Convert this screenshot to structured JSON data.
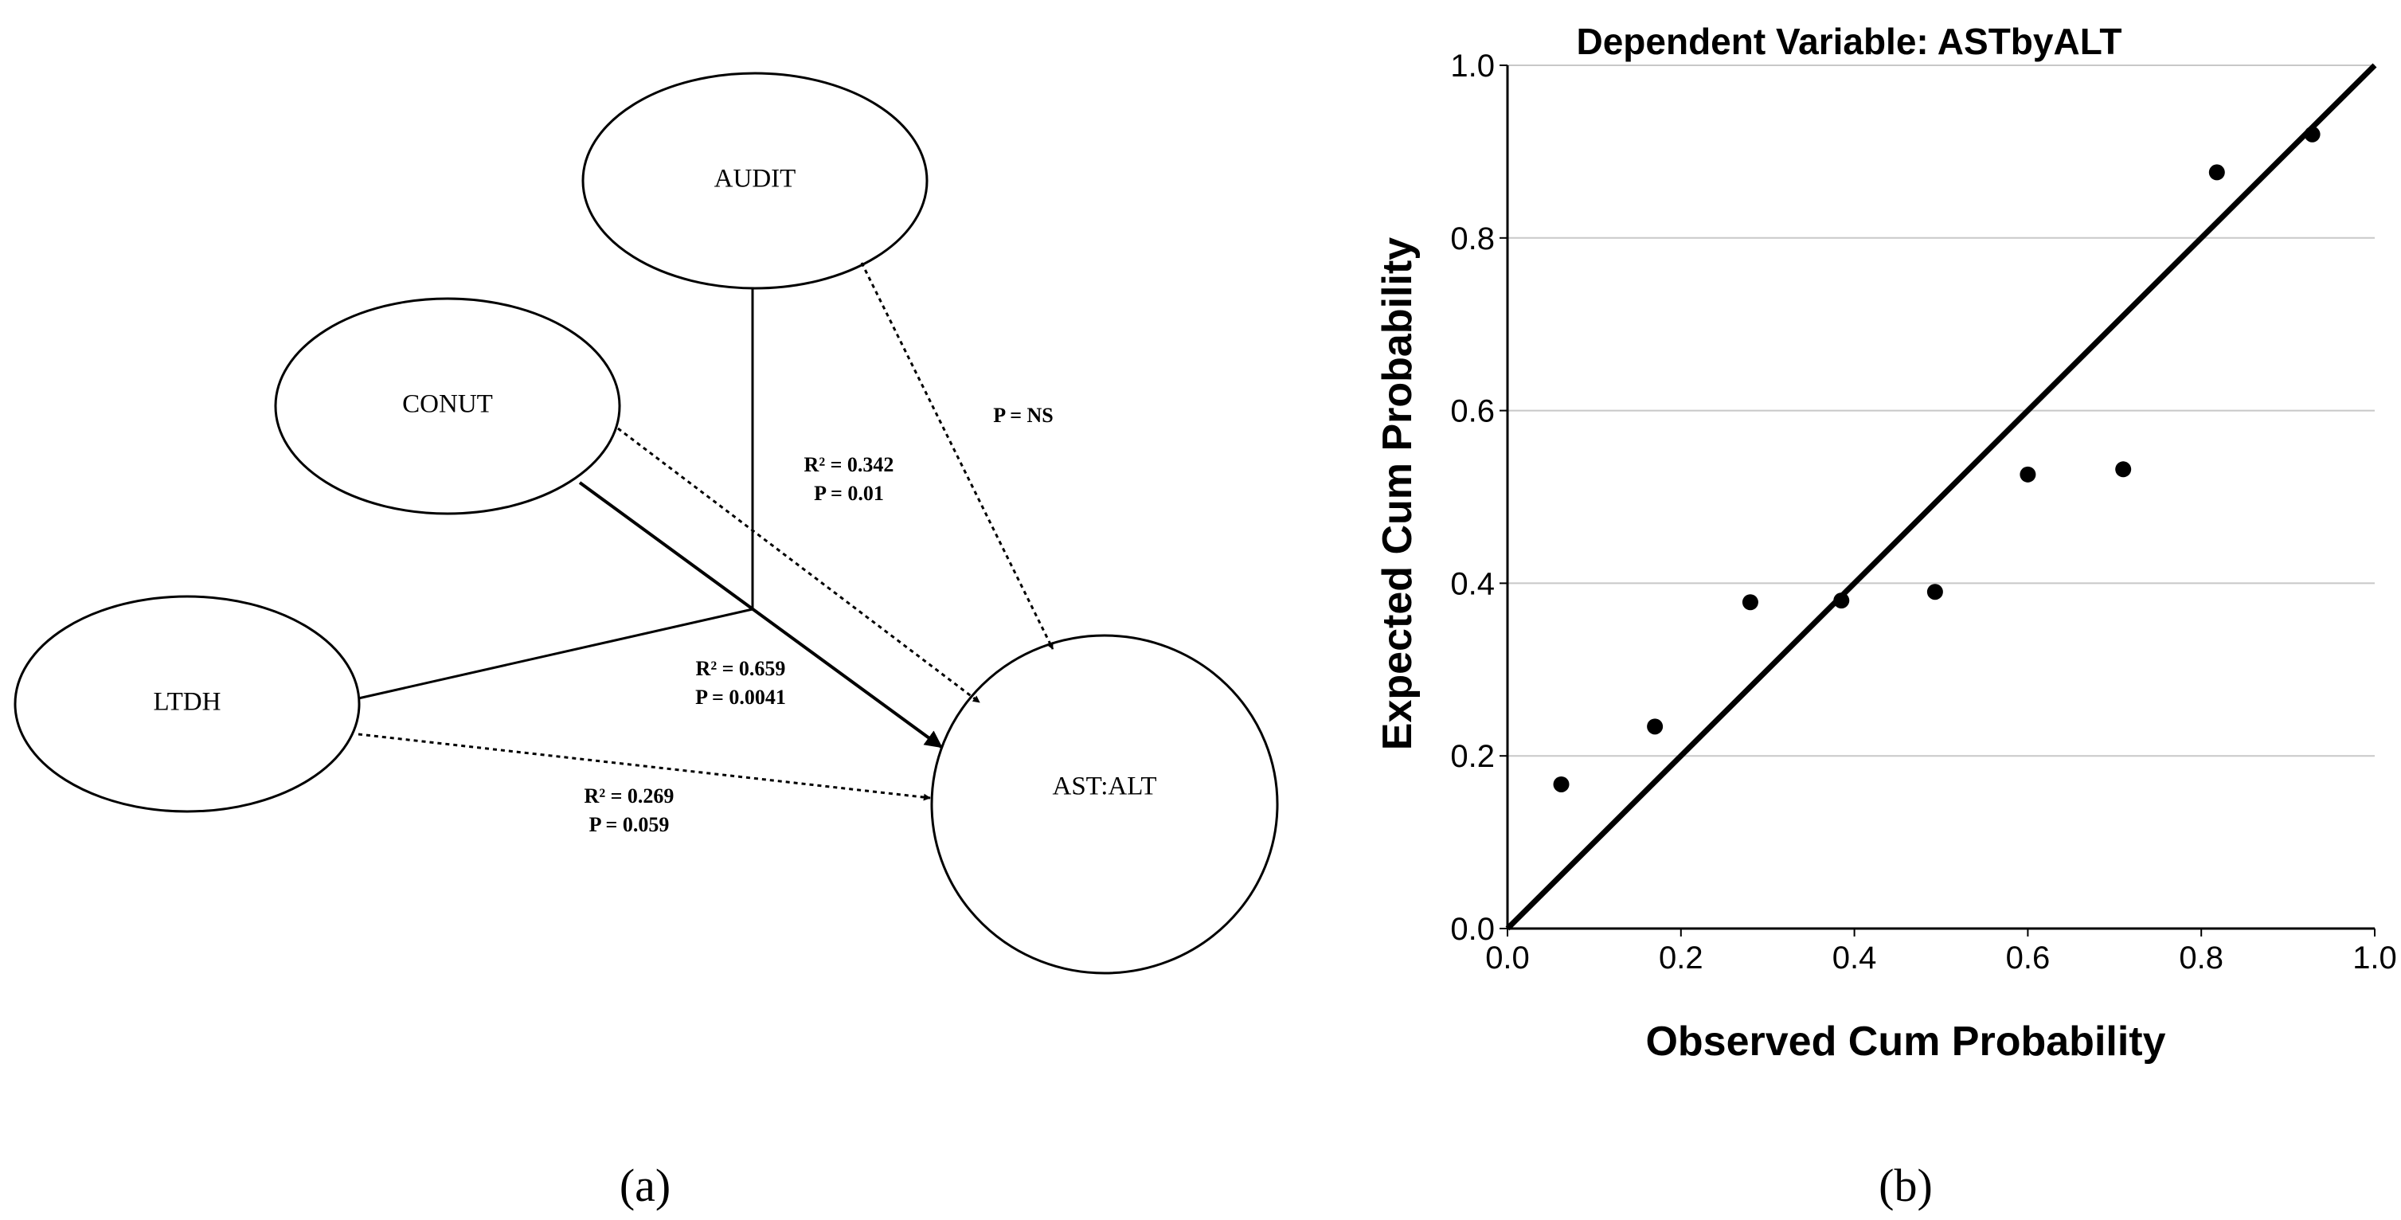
{
  "panels": {
    "a": {
      "label": "(a)"
    },
    "b": {
      "label": "(b)"
    }
  },
  "diagram": {
    "nodes": {
      "audit": "AUDIT",
      "conut": "CONUT",
      "ltdh": "LTDH",
      "ast_alt": "AST:ALT"
    },
    "edges": {
      "audit_p": "P = NS",
      "combined_r2": "R² = 0.342",
      "combined_p": "P = 0.01",
      "conut_r2": "R² = 0.659",
      "conut_p": "P = 0.0041",
      "ltdh_r2": "R² = 0.269",
      "ltdh_p": "P = 0.059"
    }
  },
  "chart_data": {
    "type": "scatter",
    "title": "Dependent Variable: ASTbyALT",
    "xlabel": "Observed Cum Probability",
    "ylabel": "Expected Cum Probability",
    "xlim": [
      0.0,
      1.0
    ],
    "ylim": [
      0.0,
      1.0
    ],
    "xticks": [
      "0.0",
      "0.2",
      "0.4",
      "0.6",
      "0.8",
      "1.0"
    ],
    "yticks": [
      "0.0",
      "0.2",
      "0.4",
      "0.6",
      "0.8",
      "1.0"
    ],
    "grid": "horizontal",
    "reference_line": [
      [
        0.0,
        0.0
      ],
      [
        1.0,
        1.0
      ]
    ],
    "points": [
      {
        "x": 0.062,
        "y": 0.167
      },
      {
        "x": 0.17,
        "y": 0.234
      },
      {
        "x": 0.28,
        "y": 0.378
      },
      {
        "x": 0.385,
        "y": 0.38
      },
      {
        "x": 0.493,
        "y": 0.39
      },
      {
        "x": 0.6,
        "y": 0.526
      },
      {
        "x": 0.71,
        "y": 0.532
      },
      {
        "x": 0.818,
        "y": 0.876
      },
      {
        "x": 0.928,
        "y": 0.92
      }
    ],
    "colors": {
      "marks": "#000000",
      "grid": "#c8c8c8"
    }
  }
}
